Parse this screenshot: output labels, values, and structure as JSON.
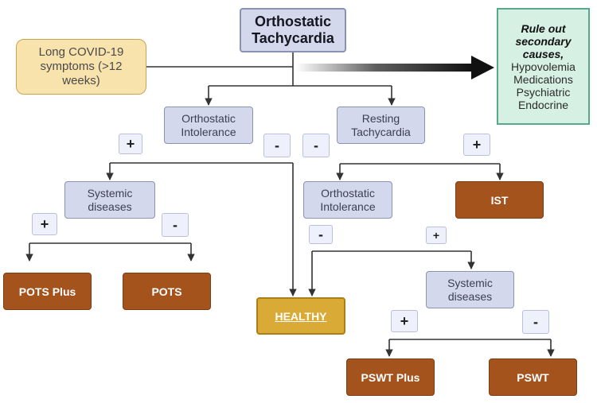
{
  "nodes": {
    "title": "Orthostatic\nTachycardia",
    "long_covid": "Long COVID-19\nsymptoms (>12\nweeks)",
    "rule_out": {
      "heading": "Rule out\nsecondary\ncauses,",
      "items": "Hypovolemia\nMedications\nPsychiatric\nEndocrine"
    },
    "orthostatic_intolerance_left": "Orthostatic\nIntolerance",
    "resting_tachycardia": "Resting\nTachycardia",
    "systemic_diseases_left": "Systemic\ndiseases",
    "orthostatic_intolerance_right": "Orthostatic\nIntolerance",
    "ist": "IST",
    "pots_plus": "POTS Plus",
    "pots": "POTS",
    "healthy": "HEALTHY",
    "systemic_diseases_right": "Systemic\ndiseases",
    "pswt_plus": "PSWT Plus",
    "pswt": "PSWT"
  },
  "signs": {
    "plus_oi_left": "+",
    "minus_oi_left": "-",
    "minus_rt": "-",
    "plus_rt": "+",
    "plus_sd_left": "+",
    "minus_sd_left": "-",
    "minus_oi_right": "-",
    "plus_oi_right": "+",
    "plus_sd_right": "+",
    "minus_sd_right": "-"
  },
  "colors": {
    "neutral_box": "#d4d8ec",
    "outcome_box": "#a4531d",
    "healthy_box": "#d9aa36",
    "covid_box": "#f8e3ad",
    "rule_out_box": "#d7f0e4"
  }
}
